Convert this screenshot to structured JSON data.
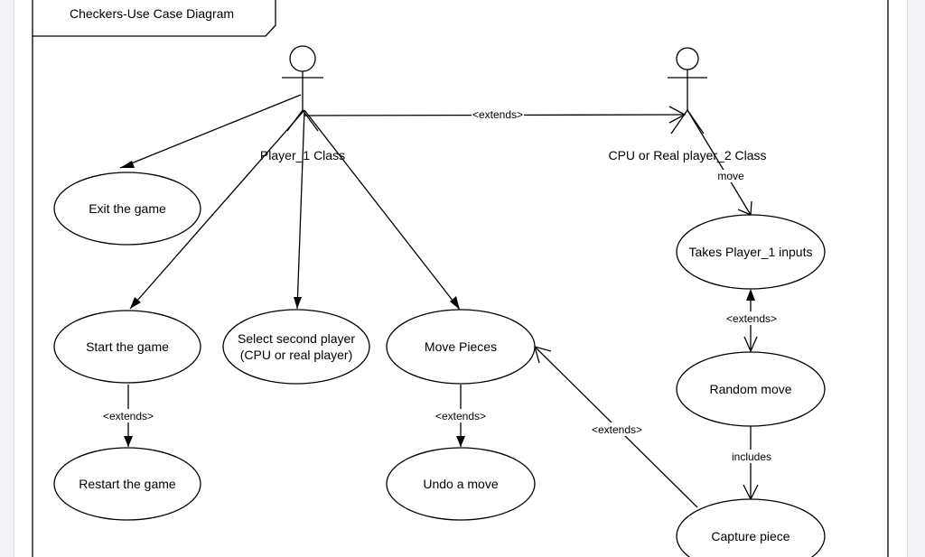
{
  "frame": {
    "title": "Checkers-Use Case Diagram"
  },
  "actors": {
    "player1": "Player_1 Class",
    "player2": "CPU or Real player_2 Class"
  },
  "use_cases": {
    "exit": "Exit the game",
    "start": "Start the game",
    "select_line1": "Select second player",
    "select_line2": "(CPU or real player)",
    "move": "Move Pieces",
    "restart": "Restart the game",
    "undo": "Undo a move",
    "takes_inputs": "Takes Player_1 inputs",
    "random": "Random move",
    "capture": "Capture piece"
  },
  "relations": {
    "actors_extends": "<extends>",
    "player2_move": "move",
    "inputs_random_extends": "<extends>",
    "random_capture_includes": "includes",
    "start_restart_extends": "<extends>",
    "move_undo_extends": "<extends>",
    "capture_move_extends": "<extends>"
  }
}
